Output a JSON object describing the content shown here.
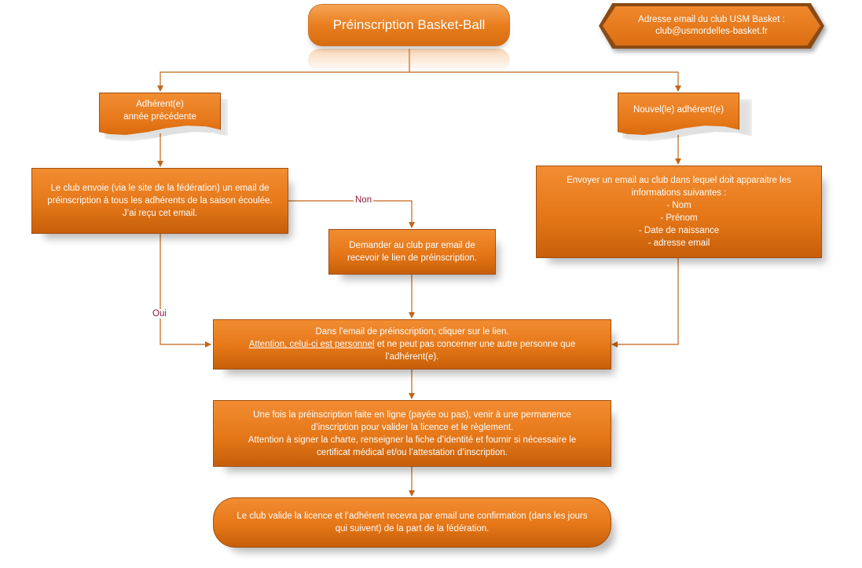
{
  "title": "Préinscription Basket-Ball",
  "club_email": {
    "line1": "Adresse email du club USM Basket :",
    "line2": "club@usmordelles-basket.fr"
  },
  "branches": {
    "previous_member": {
      "line1": "Adhérent(e)",
      "line2": "année précédente"
    },
    "new_member": {
      "line1": "Nouvel(le) adhérent(e)"
    }
  },
  "steps": {
    "club_sends_email": {
      "line1": "Le club envoie (via le site de la fédération) un email de",
      "line2": "préinscription à tous les adhérents de la saison écoulée.",
      "line3": "J’ai reçu cet email."
    },
    "request_link": {
      "line1": "Demander au club par email de",
      "line2": "recevoir le lien de préinscription."
    },
    "send_email_new": {
      "line1": "Envoyer un email au club dans lequel doit apparaitre les",
      "line2": "informations suivantes :",
      "line3": "- Nom",
      "line4": "- Prénom",
      "line5": "- Date de naissance",
      "line6": "- adresse email"
    },
    "click_link": {
      "line1": "Dans l’email de préinscription, cliquer sur le lien.",
      "line2_underlined": "Attention, celui-ci est personnel",
      "line2_rest": " et ne peut pas concerner une autre personne que",
      "line3": "l’adhérent(e)."
    },
    "permanence": {
      "line1": "Une fois la préinscription faite en ligne (payée ou pas), venir à une permanence",
      "line2": "d’inscription pour valider la licence et le règlement.",
      "line3": "Attention à signer la charte, renseigner la fiche d’identité et fournir si nécessaire le",
      "line4": "certificat médical et/ou l’attestation d’inscription."
    },
    "validation": {
      "line1": "Le club valide la licence et l’adhérent recevra par email une confirmation (dans les jours",
      "line2": "qui suivent) de la part de la fédération."
    }
  },
  "edge_labels": {
    "no": "Non",
    "yes": "Oui"
  },
  "colors": {
    "box_fill": "#e57718",
    "box_border": "#a24f0f",
    "connector": "#c0661a",
    "label_text": "#8c1c3a"
  }
}
